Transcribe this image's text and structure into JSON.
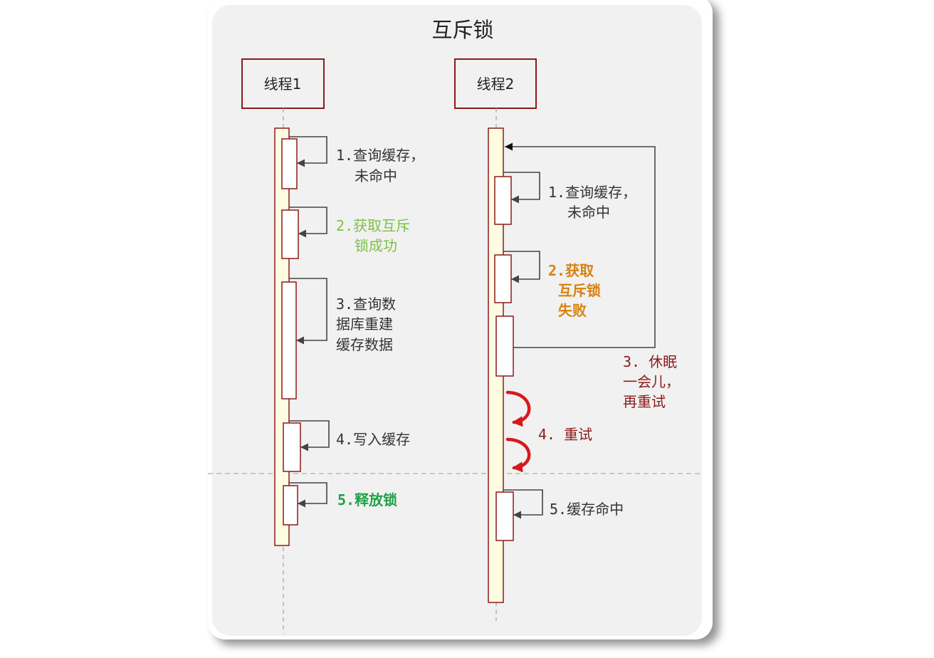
{
  "title": "互斥锁",
  "colors": {
    "page_background": "#ffffff",
    "card_background": "#f1f1f1",
    "border": "#8b1a1a",
    "activation_fill": "#fffde1",
    "text": "#333333",
    "arrow": "#444444",
    "retry_arrow": "#d7191c",
    "divider": "#b7c58c"
  },
  "threads": [
    {
      "label": "线程1",
      "steps": [
        {
          "lines": [
            "1.查询缓存，",
            "未命中"
          ],
          "color": "#333333"
        },
        {
          "lines": [
            "2.获取互斥",
            "锁成功"
          ],
          "color": "#7cc242"
        },
        {
          "lines": [
            "3.查询数",
            "据库重建",
            "缓存数据"
          ],
          "color": "#333333"
        },
        {
          "lines": [
            "4.写入缓存"
          ],
          "color": "#333333"
        },
        {
          "lines": [
            "5.释放锁"
          ],
          "color": "#1fa24a"
        }
      ]
    },
    {
      "label": "线程2",
      "steps": [
        {
          "lines": [
            "1.查询缓存，",
            "未命中"
          ],
          "color": "#333333"
        },
        {
          "lines": [
            "2.获取",
            "互斥锁",
            "失败"
          ],
          "color": "#d9820b"
        },
        {
          "lines": [
            "3. 休眠",
            "一会儿，",
            "再重试"
          ],
          "color": "#8b1a1a"
        },
        {
          "lines": [
            "4. 重试"
          ],
          "color": "#8b1a1a"
        },
        {
          "lines": [
            "5.缓存命中"
          ],
          "color": "#333333"
        }
      ]
    }
  ]
}
